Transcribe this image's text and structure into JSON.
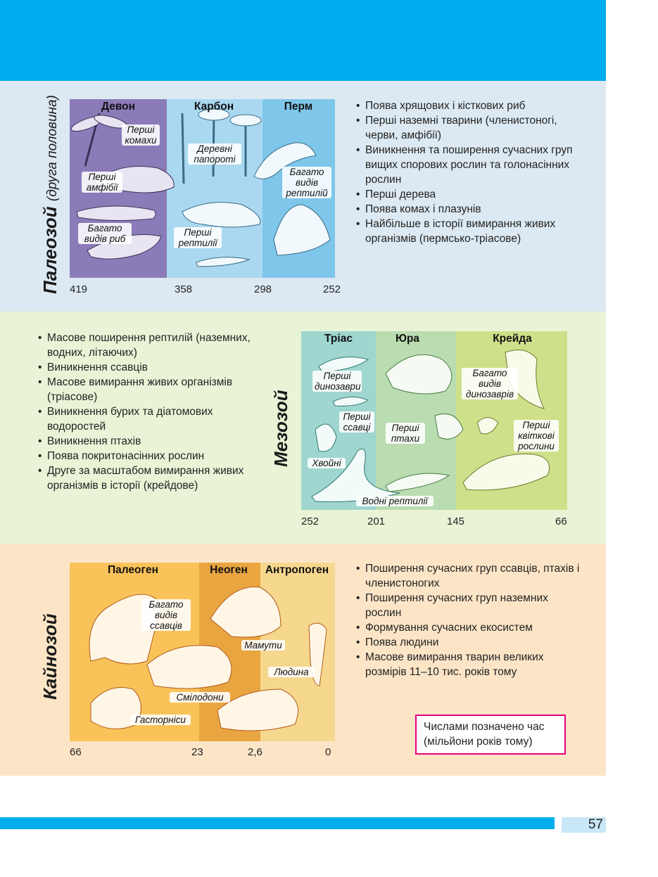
{
  "page_number": "57",
  "paleozoic": {
    "title": "Палеозой",
    "subtitle": "(друга половина)",
    "periods": [
      "Девон",
      "Карбон",
      "Перм"
    ],
    "notes": {
      "insects": "Перші комахи",
      "amphibians": "Перші амфібії",
      "fish": "Багато видів риб",
      "ferns": "Деревні папороті",
      "reptiles_many": "Багато видів рептилій",
      "reptiles_first": "Перші рептилії"
    },
    "axis": [
      "419",
      "358",
      "298",
      "252"
    ],
    "facts": [
      "Поява хрящових і кісткових риб",
      "Перші наземні тварини (членистоногі, черви, амфібії)",
      "Виникнення та поширення сучасних груп вищих спорових рослин та голонасінних рослин",
      "Перші дерева",
      "Поява комах і плазунів",
      "Найбільше в історії вимирання живих організмів (пермсько-тріасове)"
    ]
  },
  "mesozoic": {
    "title": "Мезозой",
    "periods": [
      "Тріас",
      "Юра",
      "Крейда"
    ],
    "notes": {
      "first_dinos": "Перші динозаври",
      "first_mammals": "Перші ссавці",
      "conifers": "Хвойні",
      "first_birds": "Перші птахи",
      "water_reptiles": "Водні рептилії",
      "many_dinos": "Багато видів динозаврів",
      "flowering": "Перші квіткові рослини"
    },
    "axis": [
      "252",
      "201",
      "145",
      "66"
    ],
    "facts": [
      "Масове поширення рептилій (наземних, водних, літаючих)",
      "Виникнення ссавців",
      "Масове вимирання живих організмів (тріасове)",
      "Виникнення бурих та діатомових водоростей",
      "Виникнення птахів",
      "Поява покритонасінних рослин",
      "Друге за масштабом вимирання живих організмів в історії (крейдове)"
    ]
  },
  "cenozoic": {
    "title": "Кайнозой",
    "periods": [
      "Палеоген",
      "Неоген",
      "Антропоген"
    ],
    "notes": {
      "mammals": "Багато видів ссавців",
      "mammoths": "Мамути",
      "human": "Людина",
      "smilodons": "Сміло­дони",
      "gastornis": "Гасторніси"
    },
    "axis": [
      "66",
      "23",
      "2,6",
      "0"
    ],
    "facts": [
      "Поширення сучасних груп ссавців, птахів і членистоногих",
      "Поширення сучасних груп наземних рослин",
      "Формування сучасних екосистем",
      "Поява людини",
      "Масове вимирання тварин великих розмірів 11–10 тис. років тому"
    ]
  },
  "legend": "Числами позначено час (мільйони років тому)",
  "colors": {
    "header_blue": "#00aeef",
    "devon": "#8b7bb8",
    "carbon": "#a9d8f0",
    "perm": "#7ec6ea",
    "trias": "#9fd6cf",
    "jura": "#b9dcb0",
    "kreyda": "#cfe08a",
    "paleogen": "#f9c35a",
    "neogen": "#e9a540",
    "antropogen": "#f6d78e",
    "legend_border": "#e6007e"
  }
}
